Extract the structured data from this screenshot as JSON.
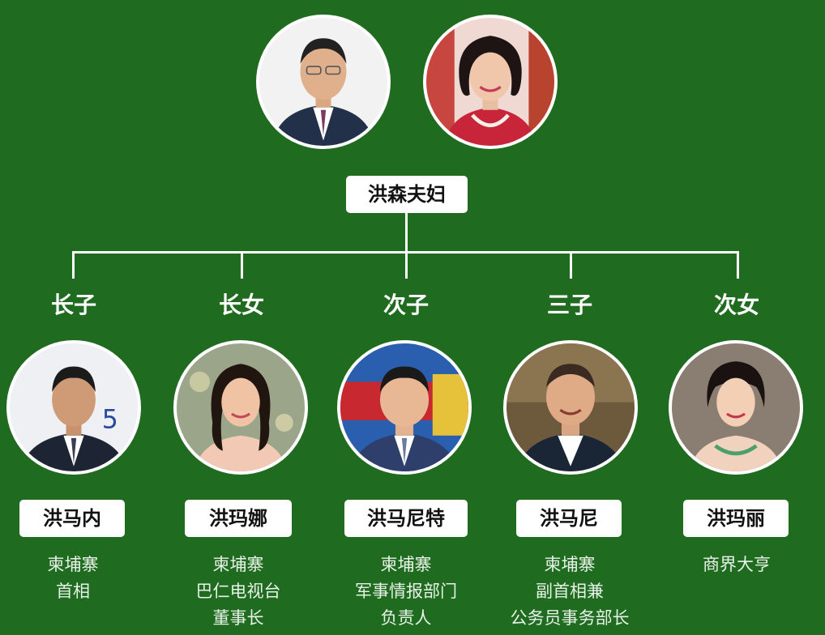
{
  "parents": {
    "label": "洪森夫妇"
  },
  "children": [
    {
      "relation": "长子",
      "name": "洪马内",
      "desc": [
        "柬埔寨",
        "首相"
      ]
    },
    {
      "relation": "长女",
      "name": "洪玛娜",
      "desc": [
        "柬埔寨",
        "巴仁电视台",
        "董事长"
      ]
    },
    {
      "relation": "次子",
      "name": "洪马尼特",
      "desc": [
        "柬埔寨",
        "军事情报部门",
        "负责人"
      ]
    },
    {
      "relation": "三子",
      "name": "洪马尼",
      "desc": [
        "柬埔寨",
        "副首相兼",
        "公务员事务部长"
      ]
    },
    {
      "relation": "次女",
      "name": "洪玛丽",
      "desc": [
        "商界大亨"
      ]
    }
  ],
  "colors": {
    "background": "#1f6b1f",
    "line": "#ffffff",
    "box": "#ffffff"
  }
}
